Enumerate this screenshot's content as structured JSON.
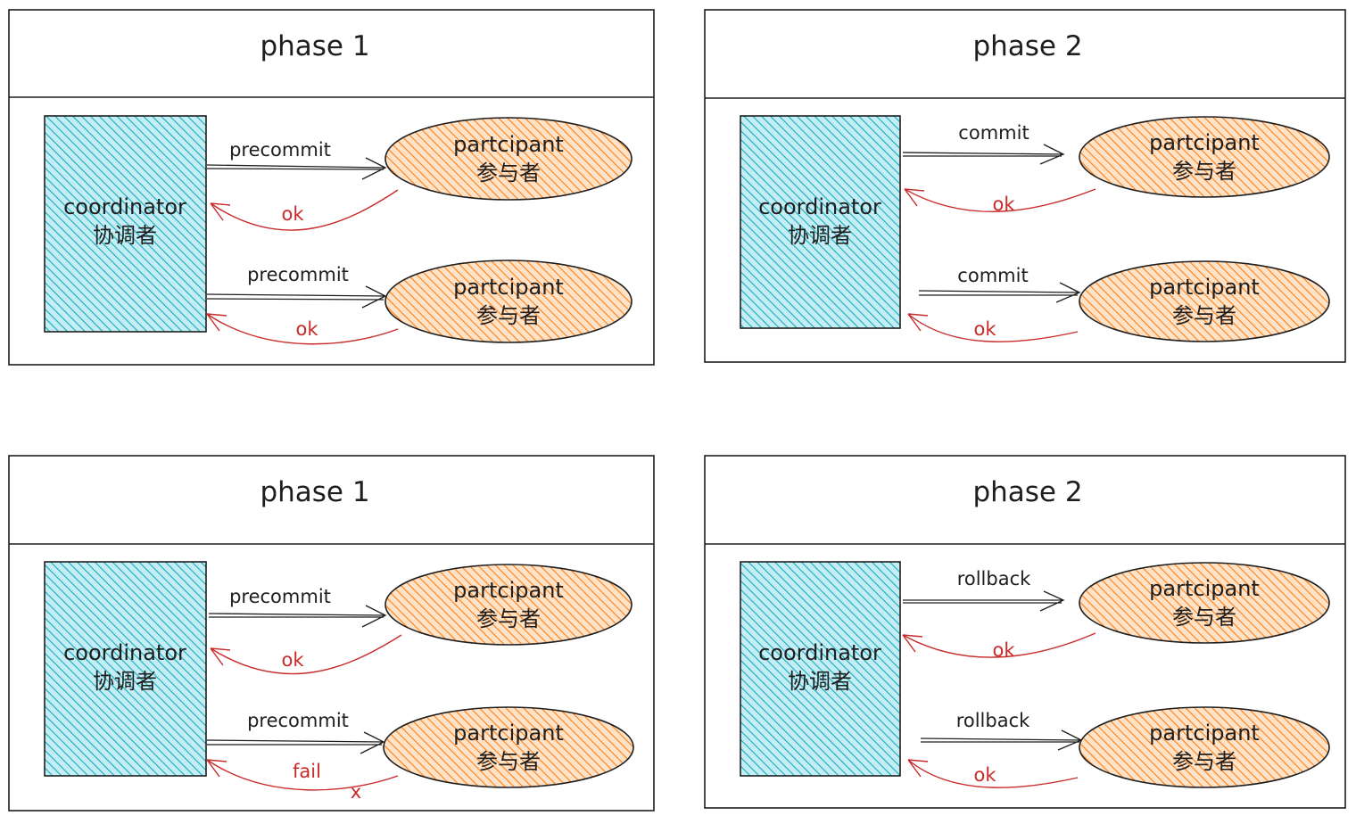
{
  "colors": {
    "coordinator_fill": "#15aabf",
    "participant_fill": "#fd7e14",
    "request_arrow": "#1e1e1e",
    "response_arrow": "#c92a2a"
  },
  "panels": [
    {
      "title": "phase 1",
      "coordinator": {
        "line1": "coordinator",
        "line2": "协调者"
      },
      "participants": [
        {
          "line1": "partcipant",
          "line2": "参与者",
          "request_label": "precommit",
          "response_label": "ok",
          "failed": false
        },
        {
          "line1": "partcipant",
          "line2": "参与者",
          "request_label": "precommit",
          "response_label": "ok",
          "failed": false
        }
      ]
    },
    {
      "title": "phase 2",
      "coordinator": {
        "line1": "coordinator",
        "line2": "协调者"
      },
      "participants": [
        {
          "line1": "partcipant",
          "line2": "参与者",
          "request_label": "commit",
          "response_label": "ok",
          "failed": false
        },
        {
          "line1": "partcipant",
          "line2": "参与者",
          "request_label": "commit",
          "response_label": "ok",
          "failed": false
        }
      ]
    },
    {
      "title": "phase 1",
      "coordinator": {
        "line1": "coordinator",
        "line2": "协调者"
      },
      "participants": [
        {
          "line1": "partcipant",
          "line2": "参与者",
          "request_label": "precommit",
          "response_label": "ok",
          "failed": false
        },
        {
          "line1": "partcipant",
          "line2": "参与者",
          "request_label": "precommit",
          "response_label": "fail",
          "failed": true,
          "fail_mark": "x"
        }
      ]
    },
    {
      "title": "phase 2",
      "coordinator": {
        "line1": "coordinator",
        "line2": "协调者"
      },
      "participants": [
        {
          "line1": "partcipant",
          "line2": "参与者",
          "request_label": "rollback",
          "response_label": "ok",
          "failed": false
        },
        {
          "line1": "partcipant",
          "line2": "参与者",
          "request_label": "rollback",
          "response_label": "ok",
          "failed": false
        }
      ]
    }
  ]
}
